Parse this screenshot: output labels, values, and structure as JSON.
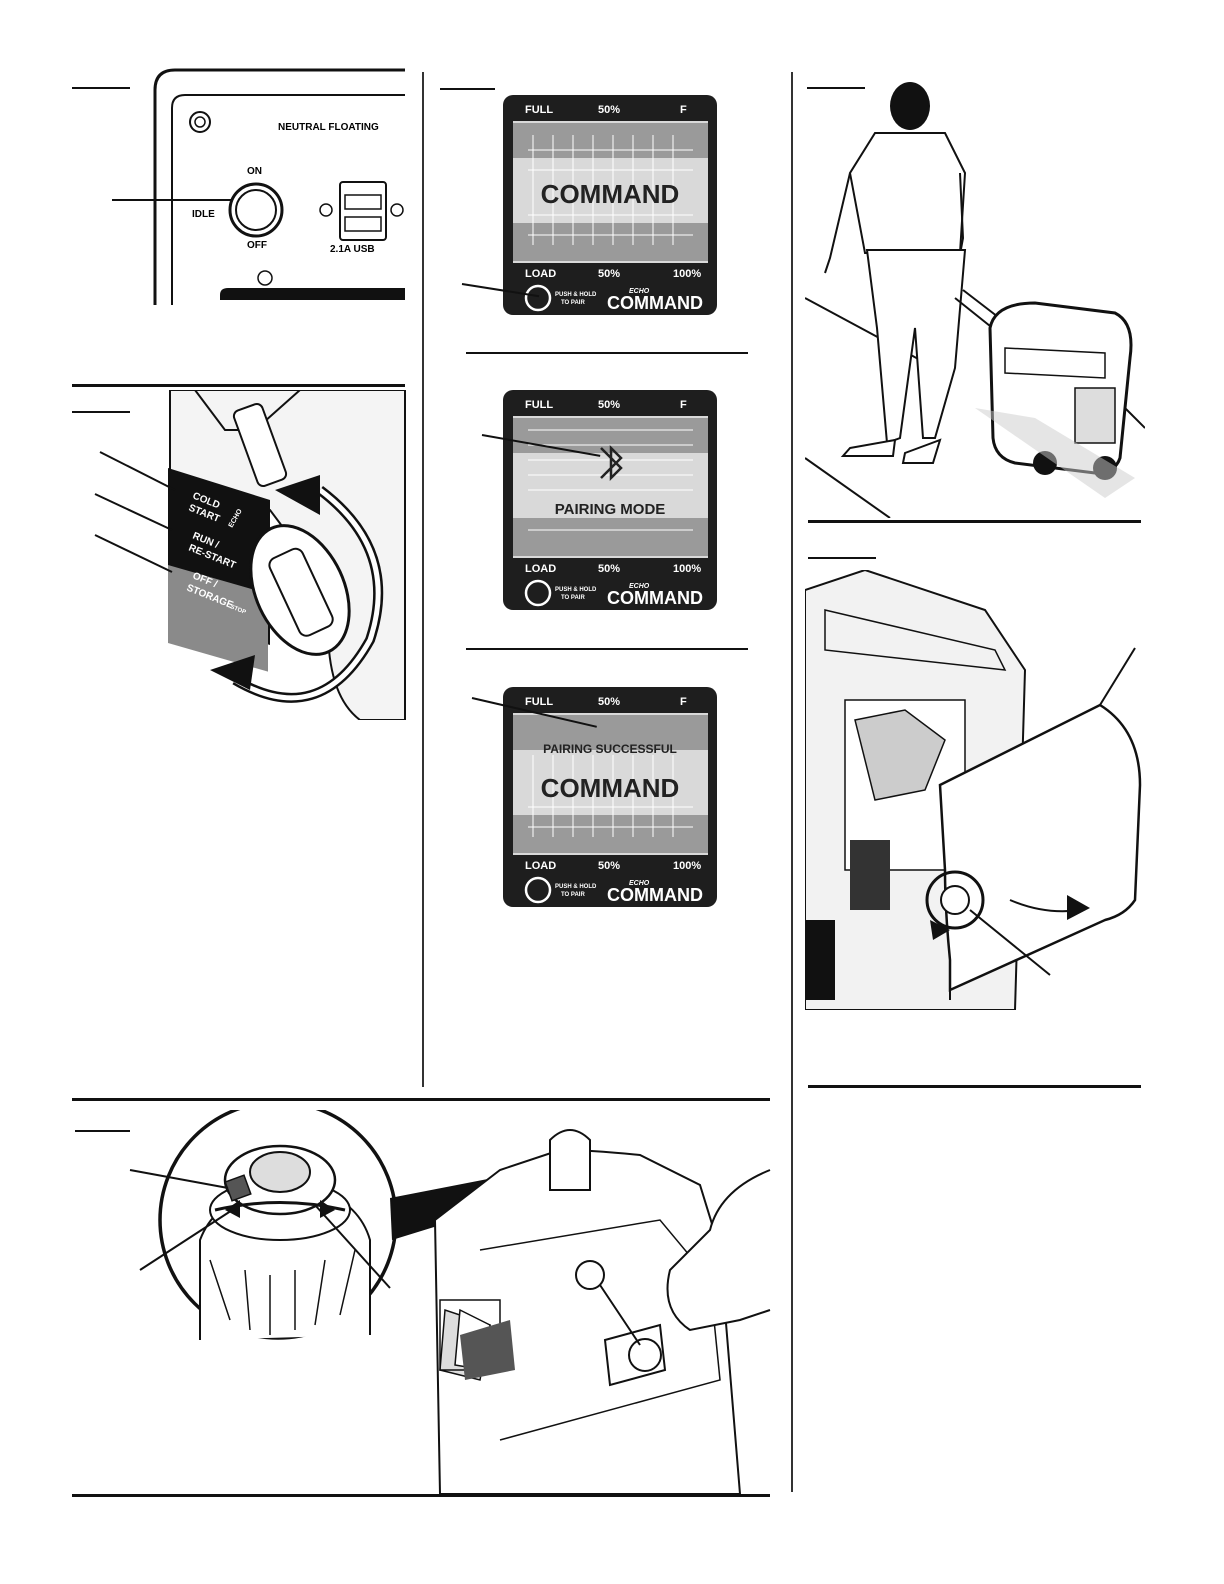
{
  "panel_fig1": {
    "title": "NEUTRAL FLOATING",
    "on": "ON",
    "idle": "IDLE",
    "off": "OFF",
    "usb": "2.1A USB"
  },
  "panel_fig2": {
    "cold_start_1": "COLD",
    "cold_start_2": "START",
    "run_1": "RUN /",
    "run_2": "RE-START",
    "off_1": "OFF /",
    "off_2": "STORAGE",
    "stop": "STOP",
    "echo": "ECHO"
  },
  "display": {
    "full": "FULL",
    "fifty": "50%",
    "f": "F",
    "load": "LOAD",
    "hundred": "100%",
    "push1": "PUSH & HOLD",
    "push2": "TO PAIR",
    "brand_small": "ECHO",
    "brand_big": "COMMAND",
    "screen_title": "COMMAND",
    "pairing_mode": "PAIRING MODE",
    "pairing_successful": "PAIRING SUCCESSFUL"
  },
  "colors": {
    "ink": "#111111",
    "screen_bg": "#d9d9d9",
    "band": "#9a9a9a",
    "display_frame": "#1e1e1e"
  }
}
